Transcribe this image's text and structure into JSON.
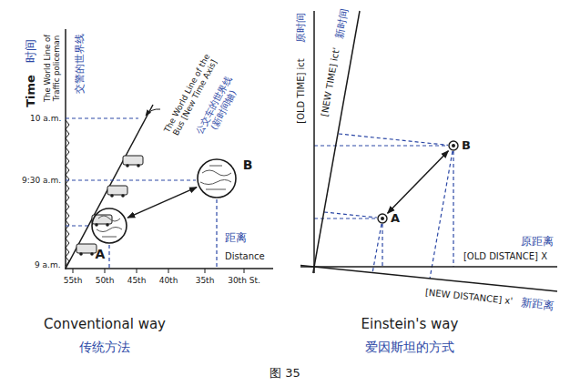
{
  "diagram": {
    "caption": "图 35",
    "nodes": [
      {
        "text": [
          "A"
        ]
      },
      {
        "text": [
          "B"
        ]
      },
      {
        "text": [
          "A"
        ]
      },
      {
        "text": [
          "B"
        ]
      }
    ],
    "edges": [
      {
        "from": 0,
        "to": 1,
        "arrow": "both"
      },
      {
        "from": 2,
        "to": 3,
        "arrow": "both"
      }
    ],
    "labels": [
      "Time",
      "时间",
      "The World Line of Traffic policeman",
      "交警的世界线",
      "The World Line of the Bus [New Time Axis]",
      "公交车的世界线 (新时间轴)",
      "10 a.m.",
      "9:30 a.m.",
      "9 a.m.",
      "55th",
      "50th",
      "45th",
      "40th",
      "35th",
      "30th St.",
      "距离",
      "Distance",
      "Conventional way",
      "传统方法",
      "[OLD TIME] ict",
      "原时间",
      "[NEW TIME] ict'",
      "新时间",
      "[OLD DISTANCE] X",
      "原距离",
      "[NEW DISTANCE] x'",
      "新距离",
      "Einstein's way",
      "爱因斯坦的方式"
    ]
  }
}
